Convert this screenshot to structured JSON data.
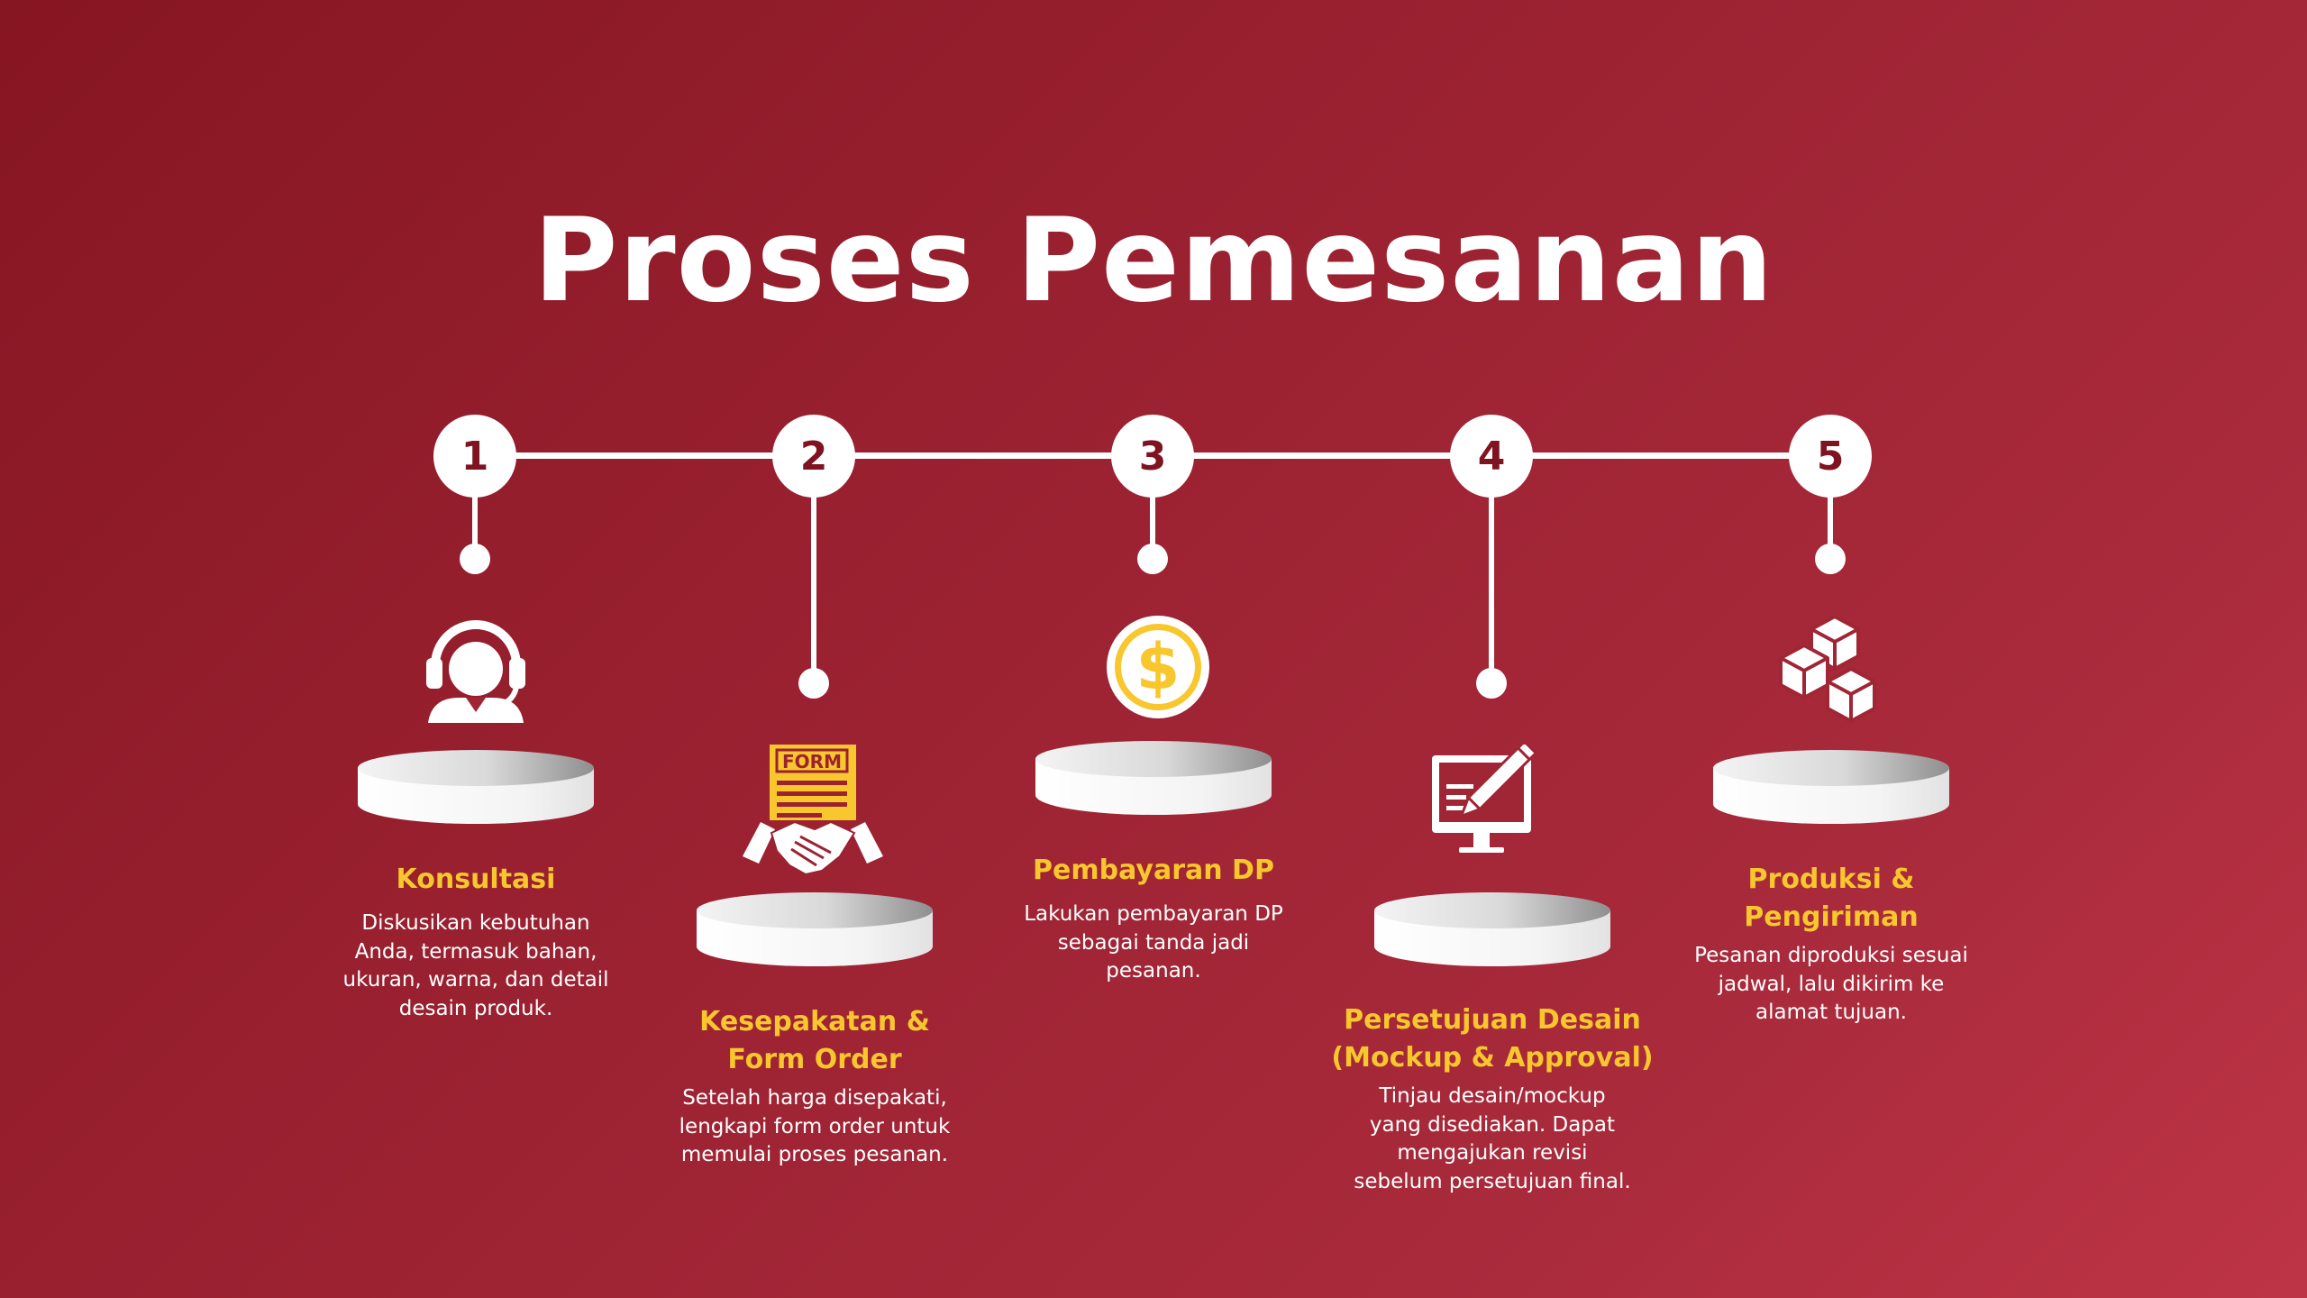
{
  "title": "Proses Pemesanan",
  "colors": {
    "accent_title": "#f8c62d",
    "node_text": "#7f1420",
    "background_start": "#861622",
    "background_end": "#bd3446"
  },
  "steps": [
    {
      "number": "1",
      "icon": "customer-service-headset-icon",
      "title_lines": [
        "Konsultasi"
      ],
      "description_lines": [
        "Diskusikan kebutuhan",
        "Anda, termasuk bahan,",
        "ukuran, warna, dan detail",
        "desain produk."
      ]
    },
    {
      "number": "2",
      "icon": "form-handshake-icon",
      "icon_text": "FORM",
      "title_lines": [
        "Kesepakatan &",
        "Form Order"
      ],
      "description_lines": [
        "Setelah harga disepakati,",
        "lengkapi form order untuk",
        "memulai proses pesanan."
      ]
    },
    {
      "number": "3",
      "icon": "dollar-coin-icon",
      "icon_text": "$",
      "title_lines": [
        "Pembayaran DP"
      ],
      "description_lines": [
        "Lakukan pembayaran DP",
        "sebagai tanda jadi",
        "pesanan."
      ]
    },
    {
      "number": "4",
      "icon": "monitor-pencil-design-icon",
      "title_lines": [
        "Persetujuan Desain",
        "(Mockup & Approval)"
      ],
      "description_lines": [
        "Tinjau desain/mockup",
        "yang disediakan. Dapat",
        "mengajukan revisi",
        "sebelum persetujuan final."
      ]
    },
    {
      "number": "5",
      "icon": "boxes-shipping-icon",
      "title_lines": [
        "Produksi &",
        "Pengiriman"
      ],
      "description_lines": [
        "Pesanan diproduksi sesuai",
        "jadwal, lalu dikirim ke",
        "alamat tujuan."
      ]
    }
  ]
}
